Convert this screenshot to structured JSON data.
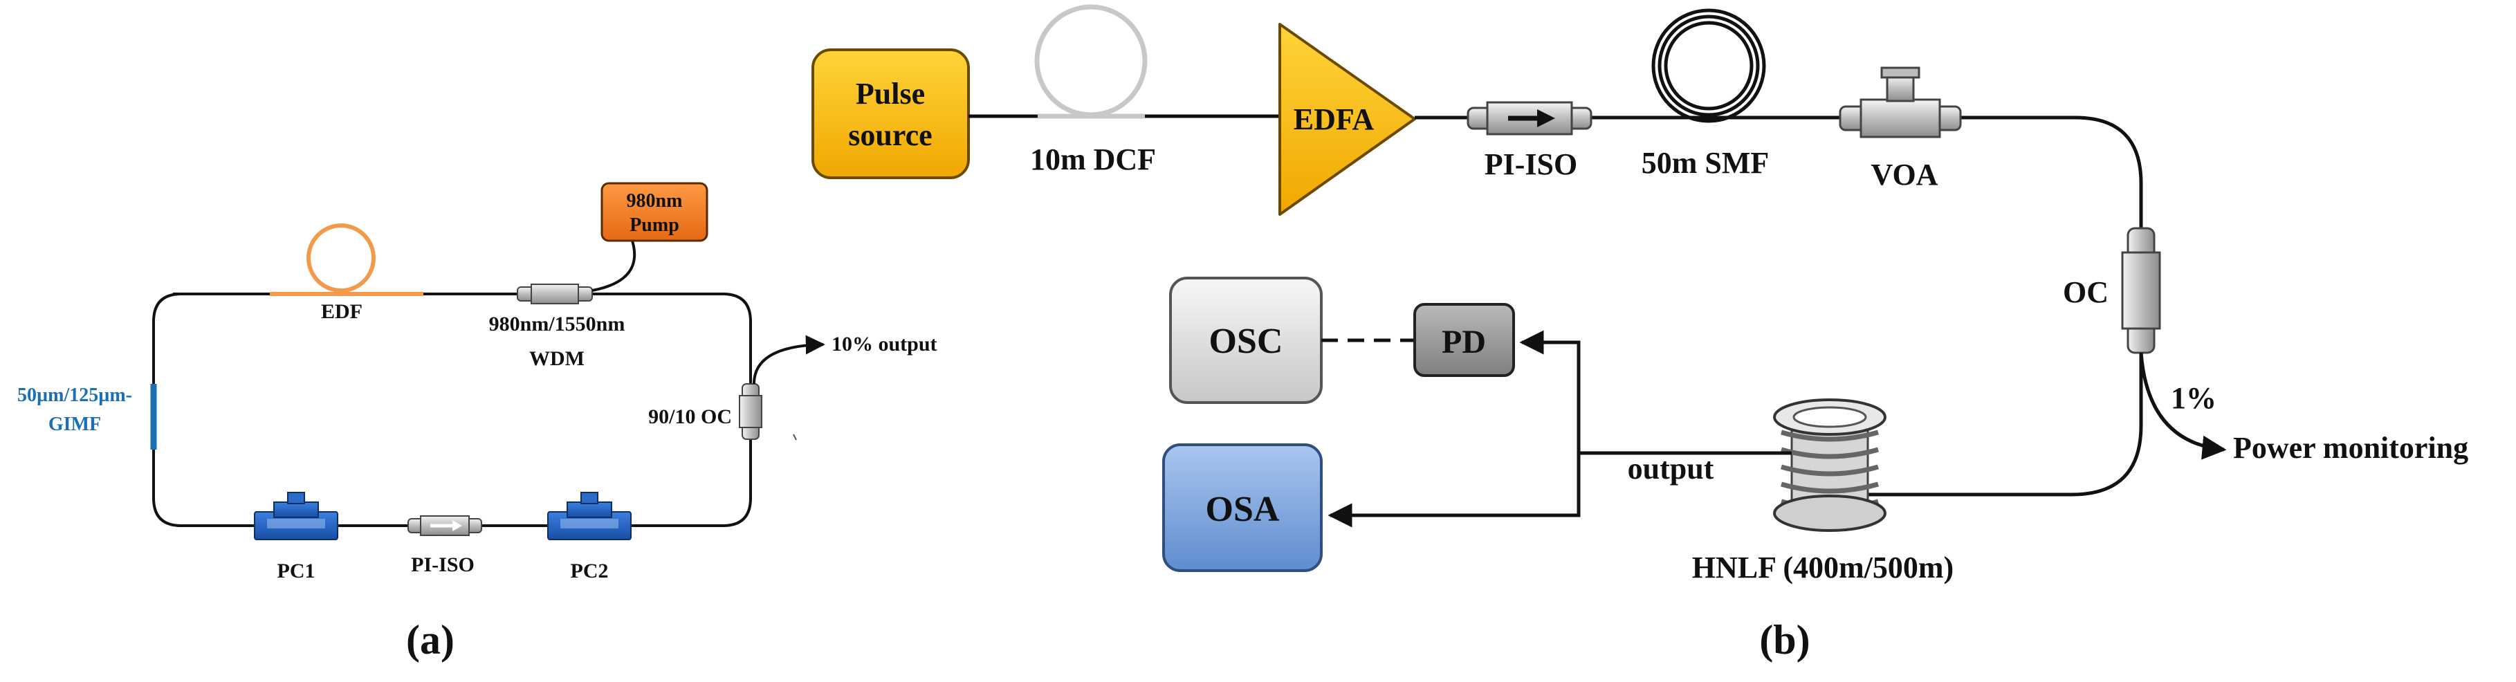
{
  "panel_a": {
    "caption": "(a)",
    "labels": {
      "edf": "EDF",
      "pump_line1": "980nm",
      "pump_line2": "Pump",
      "wdm_line1": "980nm/1550nm",
      "wdm_line2": "WDM",
      "output": "10% output",
      "oc": "90/10 OC",
      "gimf_line1": "50µm/125µm-",
      "gimf_line2": "GIMF",
      "pc1": "PC1",
      "pi_iso": "PI-ISO",
      "pc2": "PC2"
    }
  },
  "panel_b": {
    "caption": "(b)",
    "labels": {
      "pulse_line1": "Pulse",
      "pulse_line2": "source",
      "dcf": "10m DCF",
      "edfa": "EDFA",
      "pi_iso": "PI-ISO",
      "smf": "50m SMF",
      "voa": "VOA",
      "oc": "OC",
      "percent": "1%",
      "power_monitoring": "Power monitoring",
      "osc": "OSC",
      "pd": "PD",
      "osa": "OSA",
      "output": "output",
      "hnlf": "HNLF (400m/500m)"
    }
  },
  "colors": {
    "gimf_text": "#1a6fb5",
    "pump_box": "#f07f2e",
    "edf_coil": "#f29a4a",
    "pc_blue": "#1f5fbf",
    "yellow": "#ffc200",
    "osc_gray": "#dedede",
    "pd_gray": "#9a9a9a",
    "osa_blue": "#7ea6dc"
  }
}
